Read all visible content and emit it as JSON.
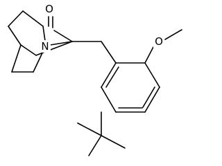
{
  "atoms": {
    "oxygen_carbonyl": "O",
    "nitrogen": "N",
    "oxygen_methoxy": "O"
  }
}
